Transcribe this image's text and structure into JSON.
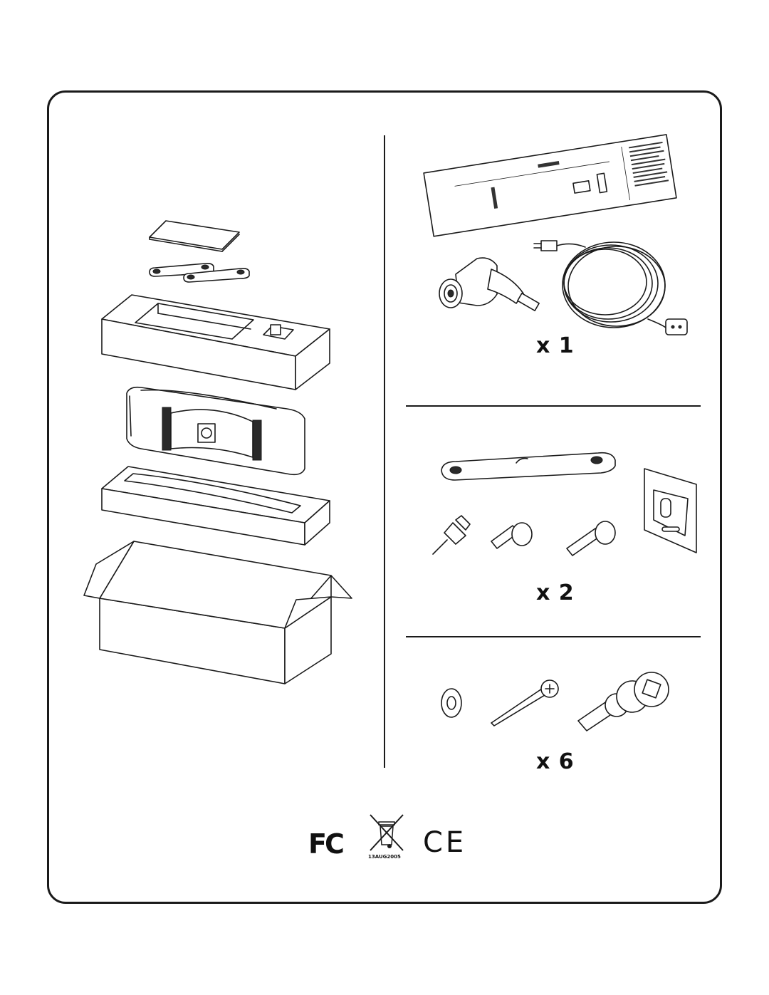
{
  "quantities": {
    "group1": "x 1",
    "group2": "x 2",
    "group3": "x 6"
  },
  "compliance": {
    "fcc_mark": "FC",
    "weee_date": "13AUG2005",
    "ce_mark": "CE"
  }
}
